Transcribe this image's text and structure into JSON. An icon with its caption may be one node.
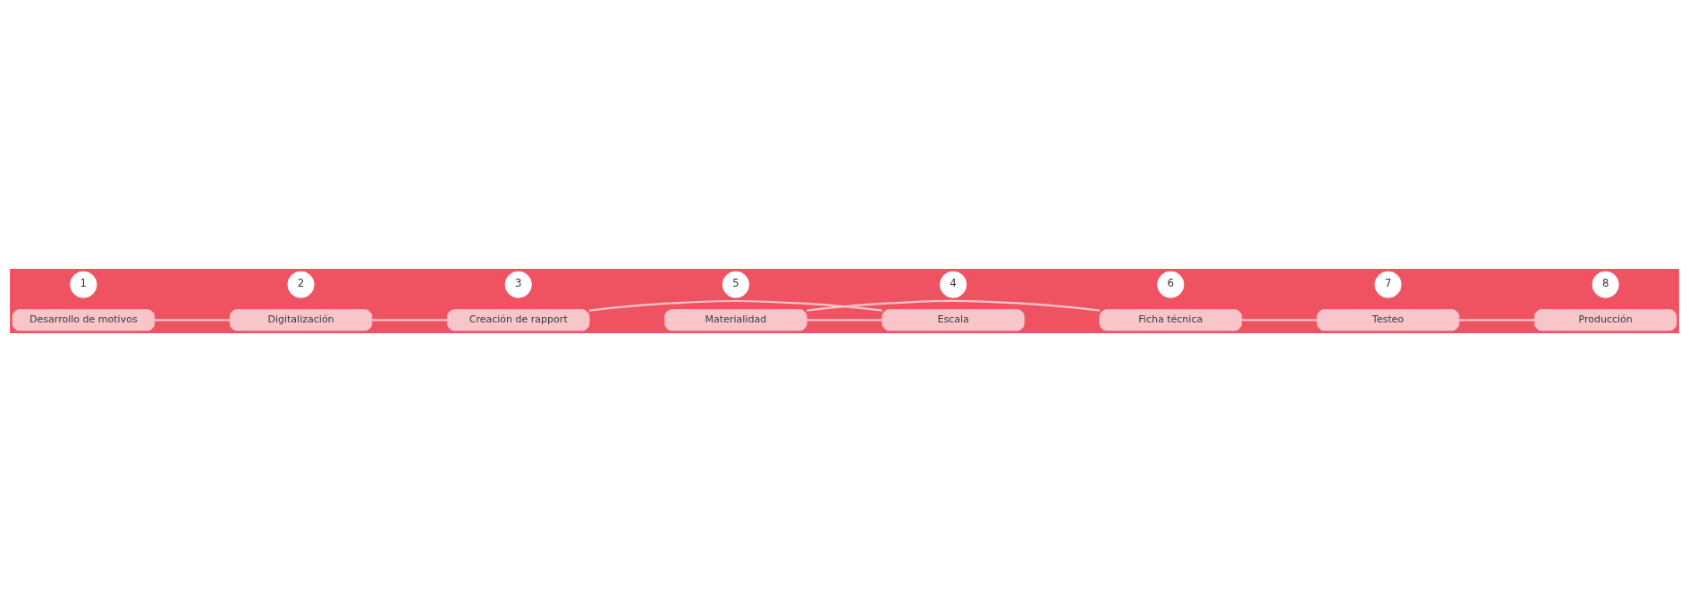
{
  "diagram": {
    "nodes": [
      {
        "text": [
          "1"
        ]
      },
      {
        "text": [
          "2"
        ]
      },
      {
        "text": [
          "3"
        ]
      },
      {
        "text": [
          "Desarrollo de motivos"
        ]
      },
      {
        "text": [
          "Digitalización"
        ]
      },
      {
        "text": [
          "Creación de rapport"
        ]
      },
      {
        "text": [
          "5"
        ]
      },
      {
        "text": [
          "4"
        ]
      },
      {
        "text": [
          "Materialidad"
        ]
      },
      {
        "text": [
          "Escala"
        ]
      },
      {
        "text": [
          "6"
        ]
      },
      {
        "text": [
          "7"
        ]
      },
      {
        "text": [
          "8"
        ]
      },
      {
        "text": [
          "Ficha técnica"
        ]
      },
      {
        "text": [
          "Testeo"
        ]
      },
      {
        "text": [
          "Producción"
        ]
      }
    ],
    "edges": [
      {
        "from": 3,
        "to": 4,
        "arrow": "none"
      },
      {
        "from": 4,
        "to": 5,
        "arrow": "none"
      },
      {
        "from": 5,
        "to": 9,
        "arrow": "none"
      },
      {
        "from": 9,
        "to": 8,
        "arrow": "none"
      },
      {
        "from": 8,
        "to": 13,
        "arrow": "none"
      },
      {
        "from": 13,
        "to": 14,
        "arrow": "none"
      },
      {
        "from": 14,
        "to": 15,
        "arrow": "none"
      }
    ]
  }
}
